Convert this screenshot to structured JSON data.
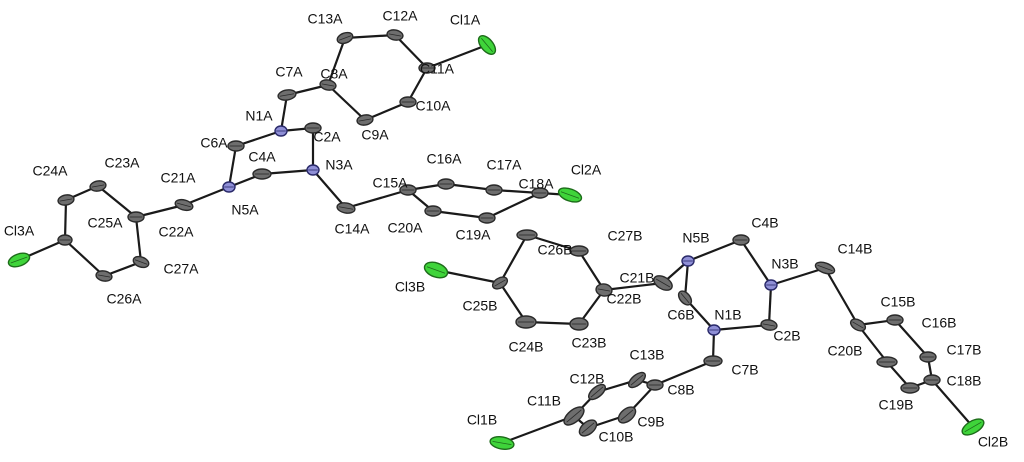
{
  "colors": {
    "carbon": "#6e6e6e",
    "carbon_stroke": "#2a2a2a",
    "nitrogen": "#8f8fd6",
    "nitrogen_stroke": "#2a2a6a",
    "chlorine": "#3fd43a",
    "chlorine_stroke": "#1d6b1a",
    "bond": "#1a1a1a",
    "label": "#111111"
  },
  "atoms": [
    {
      "id": "C13A",
      "label": "C13A",
      "el": "C"
    },
    {
      "id": "C12A",
      "label": "C12A",
      "el": "C"
    },
    {
      "id": "Cl1A",
      "label": "Cl1A",
      "el": "Cl"
    },
    {
      "id": "C11A",
      "label": "C11A",
      "el": "C"
    },
    {
      "id": "C8A",
      "label": "C8A",
      "el": "C"
    },
    {
      "id": "C7A",
      "label": "C7A",
      "el": "C"
    },
    {
      "id": "C10A",
      "label": "C10A",
      "el": "C"
    },
    {
      "id": "C9A",
      "label": "C9A",
      "el": "C"
    },
    {
      "id": "N1A",
      "label": "N1A",
      "el": "N"
    },
    {
      "id": "C2A",
      "label": "C2A",
      "el": "C"
    },
    {
      "id": "C6A",
      "label": "C6A",
      "el": "C"
    },
    {
      "id": "C4A",
      "label": "C4A",
      "el": "C"
    },
    {
      "id": "N3A",
      "label": "N3A",
      "el": "N"
    },
    {
      "id": "N5A",
      "label": "N5A",
      "el": "N"
    },
    {
      "id": "C21A",
      "label": "C21A",
      "el": "C"
    },
    {
      "id": "C22A",
      "label": "C22A",
      "el": "C"
    },
    {
      "id": "C23A",
      "label": "C23A",
      "el": "C"
    },
    {
      "id": "C24A",
      "label": "C24A",
      "el": "C"
    },
    {
      "id": "C25A",
      "label": "C25A",
      "el": "C"
    },
    {
      "id": "C26A",
      "label": "C26A",
      "el": "C"
    },
    {
      "id": "C27A",
      "label": "C27A",
      "el": "C"
    },
    {
      "id": "Cl3A",
      "label": "Cl3A",
      "el": "Cl"
    },
    {
      "id": "C14A",
      "label": "C14A",
      "el": "C"
    },
    {
      "id": "C15A",
      "label": "C15A",
      "el": "C"
    },
    {
      "id": "C16A",
      "label": "C16A",
      "el": "C"
    },
    {
      "id": "C17A",
      "label": "C17A",
      "el": "C"
    },
    {
      "id": "C18A",
      "label": "C18A",
      "el": "C"
    },
    {
      "id": "Cl2A",
      "label": "Cl2A",
      "el": "Cl"
    },
    {
      "id": "C19A",
      "label": "C19A",
      "el": "C"
    },
    {
      "id": "C20A",
      "label": "C20A",
      "el": "C"
    },
    {
      "id": "C26B",
      "label": "C26B",
      "el": "C"
    },
    {
      "id": "C27B",
      "label": "C27B",
      "el": "C"
    },
    {
      "id": "Cl3B",
      "label": "Cl3B",
      "el": "Cl"
    },
    {
      "id": "C25B",
      "label": "C25B",
      "el": "C"
    },
    {
      "id": "C22B",
      "label": "C22B",
      "el": "C"
    },
    {
      "id": "C24B",
      "label": "C24B",
      "el": "C"
    },
    {
      "id": "C23B",
      "label": "C23B",
      "el": "C"
    },
    {
      "id": "N5B",
      "label": "N5B",
      "el": "N"
    },
    {
      "id": "C21B",
      "label": "C21B",
      "el": "C"
    },
    {
      "id": "C4B",
      "label": "C4B",
      "el": "C"
    },
    {
      "id": "N3B",
      "label": "N3B",
      "el": "N"
    },
    {
      "id": "C14B",
      "label": "C14B",
      "el": "C"
    },
    {
      "id": "C6B",
      "label": "C6B",
      "el": "C"
    },
    {
      "id": "N1B",
      "label": "N1B",
      "el": "N"
    },
    {
      "id": "C2B",
      "label": "C2B",
      "el": "C"
    },
    {
      "id": "C7B",
      "label": "C7B",
      "el": "C"
    },
    {
      "id": "C15B",
      "label": "C15B",
      "el": "C"
    },
    {
      "id": "C16B",
      "label": "C16B",
      "el": "C"
    },
    {
      "id": "C20B",
      "label": "C20B",
      "el": "C"
    },
    {
      "id": "C17B",
      "label": "C17B",
      "el": "C"
    },
    {
      "id": "C18B",
      "label": "C18B",
      "el": "C"
    },
    {
      "id": "C19B",
      "label": "C19B",
      "el": "C"
    },
    {
      "id": "Cl2B",
      "label": "Cl2B",
      "el": "Cl"
    },
    {
      "id": "C13B",
      "label": "C13B",
      "el": "C"
    },
    {
      "id": "C12B",
      "label": "C12B",
      "el": "C"
    },
    {
      "id": "C8B",
      "label": "C8B",
      "el": "C"
    },
    {
      "id": "C11B",
      "label": "C11B",
      "el": "C"
    },
    {
      "id": "C9B",
      "label": "C9B",
      "el": "C"
    },
    {
      "id": "C10B",
      "label": "C10B",
      "el": "C"
    },
    {
      "id": "Cl1B",
      "label": "Cl1B",
      "el": "Cl"
    }
  ],
  "bonds": [
    [
      "C11A",
      "Cl1A"
    ],
    [
      "C11A",
      "C12A"
    ],
    [
      "C12A",
      "C13A"
    ],
    [
      "C13A",
      "C8A"
    ],
    [
      "C8A",
      "C9A"
    ],
    [
      "C9A",
      "C10A"
    ],
    [
      "C10A",
      "C11A"
    ],
    [
      "C8A",
      "C7A"
    ],
    [
      "C7A",
      "N1A"
    ],
    [
      "N1A",
      "C2A"
    ],
    [
      "C2A",
      "N3A"
    ],
    [
      "N3A",
      "C4A"
    ],
    [
      "C4A",
      "N5A"
    ],
    [
      "N5A",
      "C6A"
    ],
    [
      "C6A",
      "N1A"
    ],
    [
      "N5A",
      "C21A"
    ],
    [
      "C21A",
      "C22A"
    ],
    [
      "C22A",
      "C23A"
    ],
    [
      "C23A",
      "C24A"
    ],
    [
      "C24A",
      "C25A"
    ],
    [
      "C25A",
      "C26A"
    ],
    [
      "C26A",
      "C27A"
    ],
    [
      "C27A",
      "C22A"
    ],
    [
      "C25A",
      "Cl3A"
    ],
    [
      "N3A",
      "C14A"
    ],
    [
      "C14A",
      "C15A"
    ],
    [
      "C15A",
      "C16A"
    ],
    [
      "C16A",
      "C17A"
    ],
    [
      "C17A",
      "C18A"
    ],
    [
      "C18A",
      "C19A"
    ],
    [
      "C19A",
      "C20A"
    ],
    [
      "C20A",
      "C15A"
    ],
    [
      "C18A",
      "Cl2A"
    ],
    [
      "C25B",
      "Cl3B"
    ],
    [
      "C25B",
      "C26B"
    ],
    [
      "C26B",
      "C27B"
    ],
    [
      "C27B",
      "C22B"
    ],
    [
      "C22B",
      "C23B"
    ],
    [
      "C23B",
      "C24B"
    ],
    [
      "C24B",
      "C25B"
    ],
    [
      "C22B",
      "C21B"
    ],
    [
      "C21B",
      "N5B"
    ],
    [
      "N5B",
      "C4B"
    ],
    [
      "C4B",
      "N3B"
    ],
    [
      "N3B",
      "C2B"
    ],
    [
      "C2B",
      "N1B"
    ],
    [
      "N1B",
      "C6B"
    ],
    [
      "C6B",
      "N5B"
    ],
    [
      "N3B",
      "C14B"
    ],
    [
      "C14B",
      "C15B"
    ],
    [
      "C15B",
      "C16B"
    ],
    [
      "C16B",
      "C17B"
    ],
    [
      "C17B",
      "C18B"
    ],
    [
      "C18B",
      "C19B"
    ],
    [
      "C19B",
      "C20B"
    ],
    [
      "C20B",
      "C15B"
    ],
    [
      "C18B",
      "Cl2B"
    ],
    [
      "N1B",
      "C7B"
    ],
    [
      "C7B",
      "C8B"
    ],
    [
      "C8B",
      "C9B"
    ],
    [
      "C9B",
      "C10B"
    ],
    [
      "C10B",
      "C11B"
    ],
    [
      "C11B",
      "C12B"
    ],
    [
      "C12B",
      "C13B"
    ],
    [
      "C13B",
      "C8B"
    ],
    [
      "C11B",
      "Cl1B"
    ]
  ]
}
